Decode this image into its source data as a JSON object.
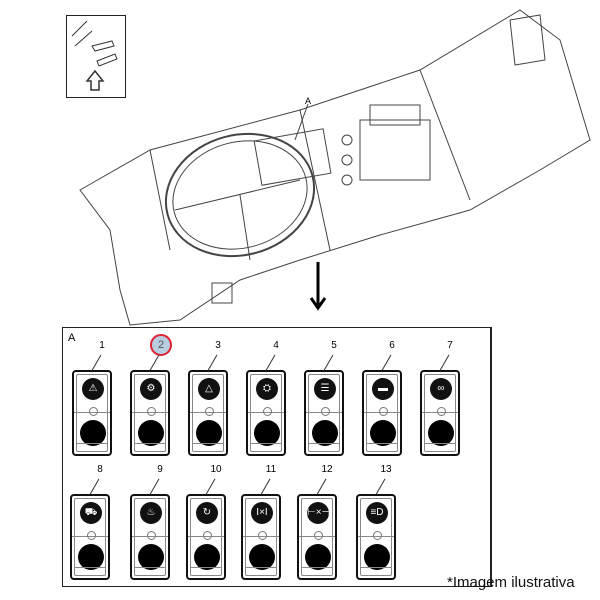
{
  "diagram": {
    "callout_label": "A",
    "panel_label": "A",
    "caption": "*Imagem ilustrativa",
    "highlight_color": "#d22233"
  },
  "switches": [
    {
      "number": "1",
      "icon": "trailer-brake-warning-icon",
      "glyph": "⚠"
    },
    {
      "number": "2",
      "icon": "gear-icon",
      "glyph": "⚙",
      "highlighted": true
    },
    {
      "number": "3",
      "icon": "hazard-triangle-icon",
      "glyph": "△"
    },
    {
      "number": "4",
      "icon": "engine-brake-icon",
      "glyph": "⛭"
    },
    {
      "number": "5",
      "icon": "headlight-icon",
      "glyph": "☰"
    },
    {
      "number": "6",
      "icon": "truck-icon",
      "glyph": "▬"
    },
    {
      "number": "7",
      "icon": "tachograph-icon",
      "glyph": "∞"
    },
    {
      "number": "8",
      "icon": "truck-crane-icon",
      "glyph": "⛟"
    },
    {
      "number": "9",
      "icon": "seat-heater-icon",
      "glyph": "♨"
    },
    {
      "number": "10",
      "icon": "tilt-cab-icon",
      "glyph": "↻"
    },
    {
      "number": "11",
      "icon": "diff-lock-icon",
      "glyph": "I×I"
    },
    {
      "number": "12",
      "icon": "axle-lock-icon",
      "glyph": "⊢×⊣"
    },
    {
      "number": "13",
      "icon": "work-light-icon",
      "glyph": "≡D"
    }
  ]
}
